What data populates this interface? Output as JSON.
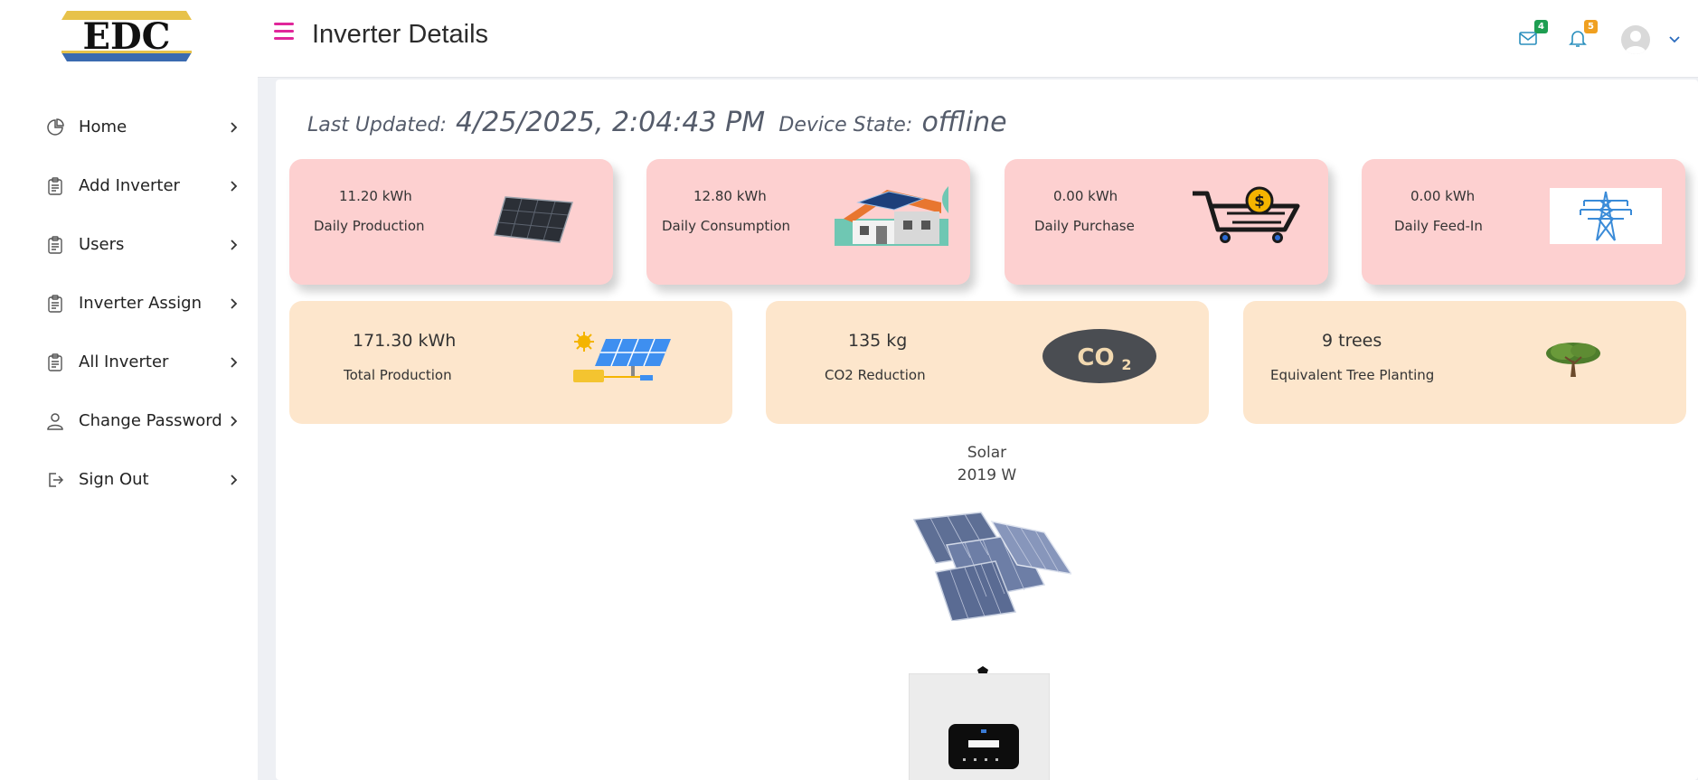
{
  "logo": {
    "text": "EDC"
  },
  "sidebar": {
    "items": [
      {
        "label": "Home",
        "icon": "pie-chart-icon"
      },
      {
        "label": "Add Inverter",
        "icon": "clipboard-icon"
      },
      {
        "label": "Users",
        "icon": "clipboard-icon"
      },
      {
        "label": "Inverter Assign",
        "icon": "clipboard-icon"
      },
      {
        "label": "All Inverter",
        "icon": "clipboard-icon"
      },
      {
        "label": "Change Password",
        "icon": "user-icon"
      },
      {
        "label": "Sign Out",
        "icon": "sign-out-icon"
      }
    ]
  },
  "header": {
    "title": "Inverter Details",
    "mail_badge": "4",
    "bell_badge": "5"
  },
  "status": {
    "last_updated_label": "Last Updated:",
    "last_updated_value": "4/25/2025, 2:04:43 PM",
    "device_state_label": "Device State:",
    "device_state_value": "offline"
  },
  "daily_cards": [
    {
      "value": "11.20 kWh",
      "label": "Daily Production"
    },
    {
      "value": "12.80 kWh",
      "label": "Daily Consumption"
    },
    {
      "value": "0.00 kWh",
      "label": "Daily Purchase"
    },
    {
      "value": "0.00 kWh",
      "label": "Daily Feed-In"
    }
  ],
  "summary_cards": [
    {
      "value": "171.30 kWh",
      "label": "Total Production"
    },
    {
      "value": "135 kg",
      "label": "CO2 Reduction"
    },
    {
      "value": "9 trees",
      "label": "Equivalent Tree Planting"
    }
  ],
  "solar": {
    "label": "Solar",
    "power": "2019 W"
  },
  "colors": {
    "accent": "#e0269a",
    "pink_card": "#fdd0d0",
    "peach_card": "#fde6cc",
    "mail_badge": "#1e9e52",
    "bell_badge": "#f0a020"
  }
}
